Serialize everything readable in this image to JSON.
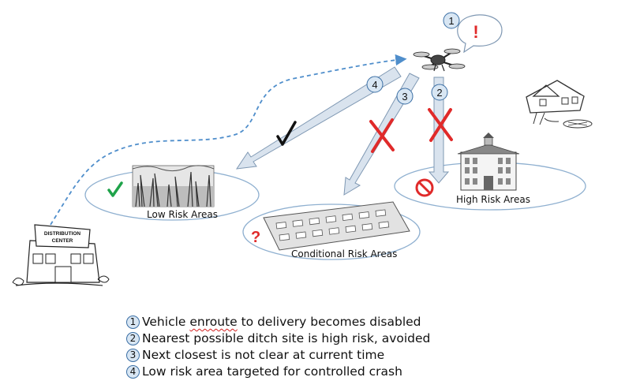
{
  "areas": {
    "low": "Low Risk Areas",
    "conditional": "Conditional Risk Areas",
    "high": "High Risk Areas"
  },
  "building": {
    "sign_line1": "DISTRIBUTION",
    "sign_line2": "CENTER"
  },
  "callouts": {
    "c1": "1",
    "c2": "2",
    "c3": "3",
    "c4": "4",
    "alert": "!"
  },
  "markers": {
    "question": "?"
  },
  "legend": {
    "items": [
      {
        "num": "1",
        "pre": "Vehicle ",
        "flag": "enroute",
        "post": " to delivery becomes disabled"
      },
      {
        "num": "2",
        "pre": "Nearest possible ditch site is high risk, avoided",
        "flag": "",
        "post": ""
      },
      {
        "num": "3",
        "pre": "Next closest is not clear at current time",
        "flag": "",
        "post": ""
      },
      {
        "num": "4",
        "pre": "Low risk area targeted for controlled crash",
        "flag": "",
        "post": ""
      }
    ]
  },
  "colors": {
    "arrow_fill": "#d9e3ee",
    "arrow_stroke": "#7f98b3",
    "ellipse_stroke": "#8fb0d0",
    "dashed_path": "#4f8ecb",
    "red": "#e02a2a",
    "green": "#1fa34a"
  },
  "icons": [
    "drone-icon",
    "checkmark-icon",
    "x-mark-icon",
    "no-entry-icon",
    "question-icon",
    "house-icon",
    "distribution-center-icon",
    "school-building-icon",
    "wetland-icon",
    "parking-lot-icon"
  ]
}
